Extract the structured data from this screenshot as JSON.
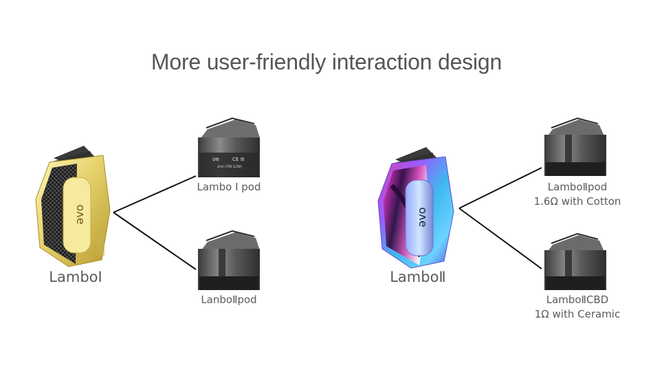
{
  "headline": "More user-friendly interaction design",
  "devices": [
    {
      "name": "LamboⅠ",
      "brand_mark": "oʌe"
    },
    {
      "name": "LamboⅡ",
      "brand_mark": "oʌe"
    }
  ],
  "pods": [
    {
      "label": "Lambo Ⅰ pod",
      "line2": "",
      "pod_print": {
        "logo": "oe",
        "marks": "CE ☒",
        "spec": "2ml (7W-12W)"
      }
    },
    {
      "label": "LanboⅡpod",
      "line2": ""
    },
    {
      "label": "LamboⅡpod",
      "line2": "1.6Ω with Cotton"
    },
    {
      "label": "LamboⅡCBD",
      "line2": "1Ω with Ceramic"
    }
  ],
  "colors": {
    "headline": "#555555",
    "label": "#5a5a5a",
    "gold": "#e2d16a",
    "carbon": "#2a2a2a"
  }
}
